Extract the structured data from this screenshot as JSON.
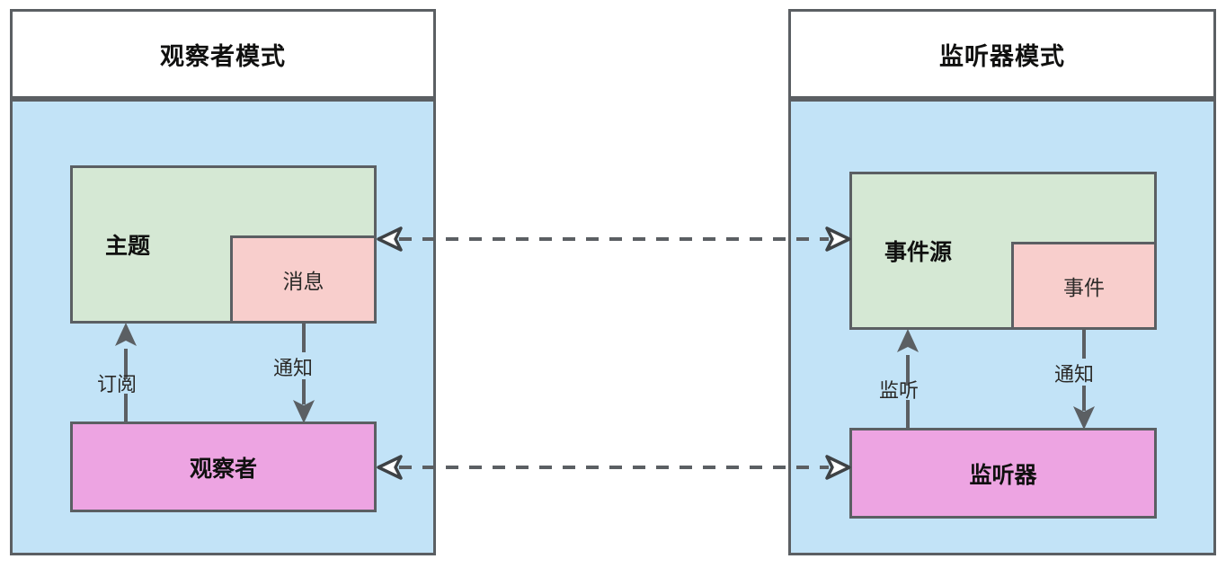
{
  "diagram": {
    "title_left": "观察者模式",
    "title_right": "监听器模式",
    "colors": {
      "panel_fill": "#c2e3f7",
      "title_fill": "#ffffff",
      "stroke": "#5b5f63",
      "green": "#d5e8d4",
      "pink": "#f8cecc",
      "magenta": "#eda4e2",
      "text": "#10100f",
      "label_text": "#2b2a28"
    }
  },
  "left_panel": {
    "title": "观察者模式",
    "subject_node": "主题",
    "message_node": "消息",
    "observer_node": "观察者",
    "edge_subscribe": "订阅",
    "edge_notify": "通知"
  },
  "right_panel": {
    "title": "监听器模式",
    "source_node": "事件源",
    "event_node": "事件",
    "listener_node": "监听器",
    "edge_listen": "监听",
    "edge_notify": "通知"
  },
  "links": {
    "top_link_label": "",
    "bottom_link_label": ""
  }
}
